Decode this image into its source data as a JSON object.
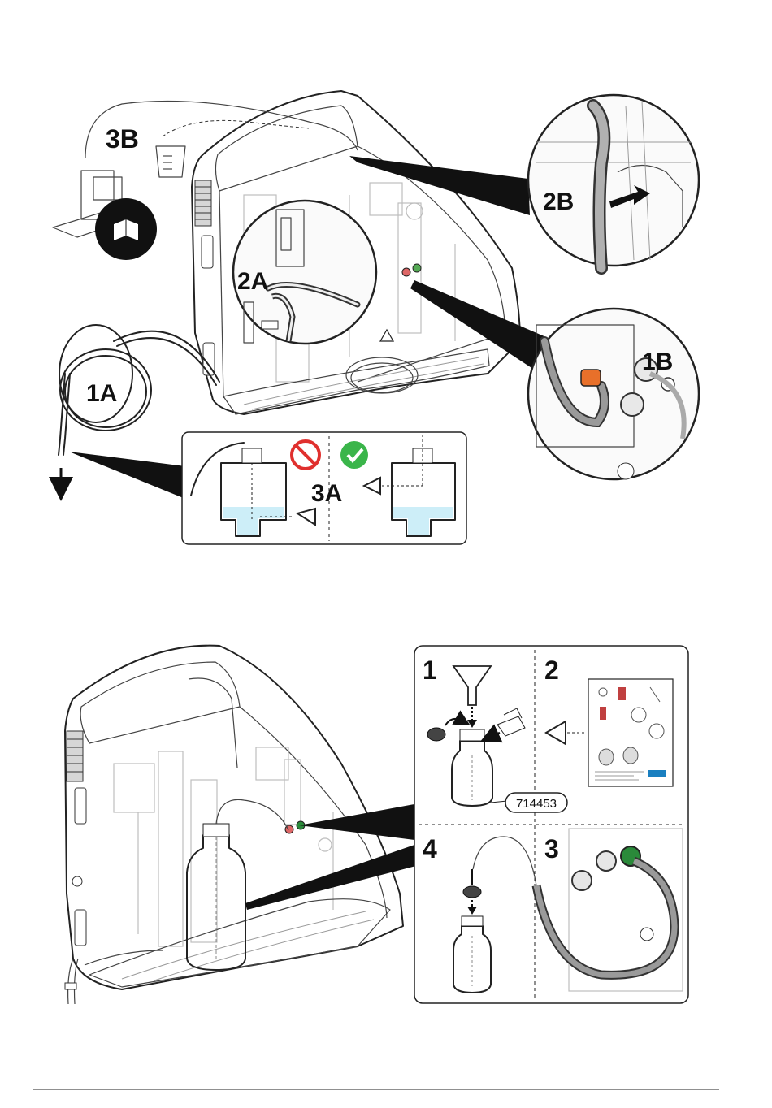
{
  "figure_top": {
    "steps": {
      "s1A": "1A",
      "s1B": "1B",
      "s2A": "2A",
      "s2B": "2B",
      "s3A": "3A",
      "s3B": "3B"
    }
  },
  "figure_bottom": {
    "panels": {
      "p1": "1",
      "p2": "2",
      "p3": "3",
      "p4": "4"
    },
    "part_number": "714453"
  },
  "colors": {
    "orange_fitting": "#e8702a",
    "green_fitting": "#2a8a3a",
    "water": "#cdeef8",
    "prohibited": "#e0302e",
    "ok": "#3ab54a"
  }
}
